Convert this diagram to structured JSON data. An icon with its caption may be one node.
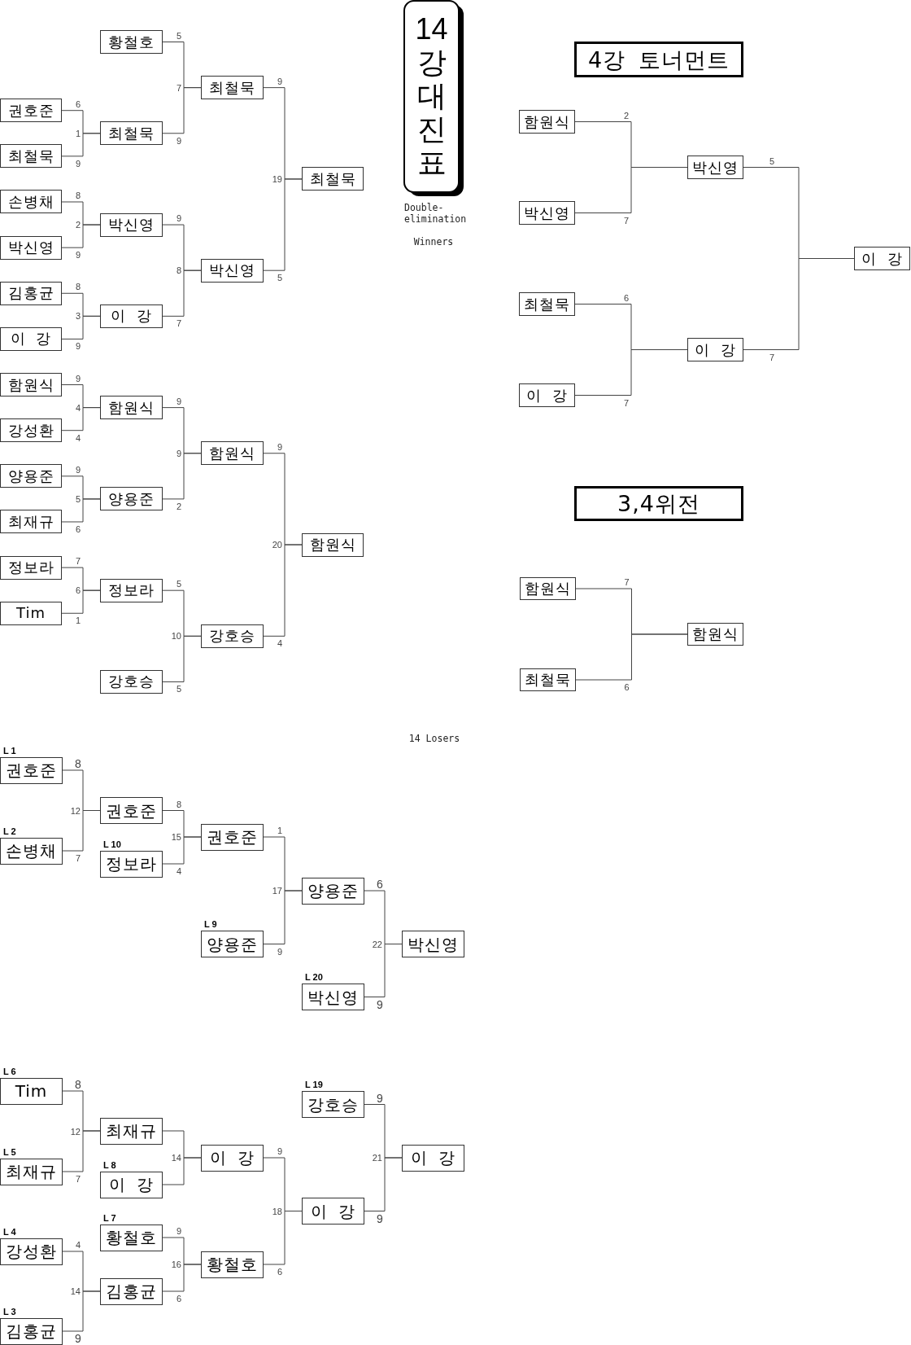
{
  "diagram": {
    "nodes": [
      {
        "text": [
          "14강대진표"
        ]
      },
      {
        "text": [
          "권호준"
        ]
      },
      {
        "text": [
          "최철묵"
        ]
      },
      {
        "text": [
          "손병채"
        ]
      },
      {
        "text": [
          "박신영"
        ]
      },
      {
        "text": [
          "김홍균"
        ]
      },
      {
        "text": [
          "이 강"
        ]
      },
      {
        "text": [
          "함원식"
        ]
      },
      {
        "text": [
          "강성환"
        ]
      },
      {
        "text": [
          "양용준"
        ]
      },
      {
        "text": [
          "최재규"
        ]
      },
      {
        "text": [
          "정보라"
        ]
      },
      {
        "text": [
          "Tim"
        ]
      },
      {
        "text": [
          "황철호"
        ]
      },
      {
        "text": [
          "최철묵"
        ]
      },
      {
        "text": [
          "박신영"
        ]
      },
      {
        "text": [
          "이 강"
        ]
      },
      {
        "text": [
          "함원식"
        ]
      },
      {
        "text": [
          "양용준"
        ]
      },
      {
        "text": [
          "정보라"
        ]
      },
      {
        "text": [
          "강호승"
        ]
      },
      {
        "text": [
          "최철묵"
        ]
      },
      {
        "text": [
          "박신영"
        ]
      },
      {
        "text": [
          "함원식"
        ]
      },
      {
        "text": [
          "강호승"
        ]
      },
      {
        "text": [
          "최철묵"
        ]
      },
      {
        "text": [
          "함원식"
        ]
      },
      {
        "text": [
          "4강 토너먼트"
        ]
      },
      {
        "text": [
          "함원식"
        ]
      },
      {
        "text": [
          "박신영"
        ]
      },
      {
        "text": [
          "최철묵"
        ]
      },
      {
        "text": [
          "이 강"
        ]
      },
      {
        "text": [
          "박신영"
        ]
      },
      {
        "text": [
          "이 강"
        ]
      },
      {
        "text": [
          "이 강"
        ]
      },
      {
        "text": [
          "3,4위전"
        ]
      },
      {
        "text": [
          "함원식"
        ]
      },
      {
        "text": [
          "최철묵"
        ]
      },
      {
        "text": [
          "함원식"
        ]
      },
      {
        "text": [
          "권호준"
        ],
        "beside": [
          "L 1"
        ]
      },
      {
        "text": [
          "손병채"
        ],
        "beside": [
          "L 2"
        ]
      },
      {
        "text": [
          "권호준"
        ]
      },
      {
        "text": [
          "정보라"
        ],
        "beside": [
          "L 10"
        ]
      },
      {
        "text": [
          "권호준"
        ]
      },
      {
        "text": [
          "양용준"
        ],
        "beside": [
          "L 9"
        ]
      },
      {
        "text": [
          "양용준"
        ]
      },
      {
        "text": [
          "박신영"
        ],
        "beside": [
          "L 20"
        ]
      },
      {
        "text": [
          "박신영"
        ]
      },
      {
        "text": [
          "Tim"
        ],
        "beside": [
          "L 6"
        ]
      },
      {
        "text": [
          "최재규"
        ],
        "beside": [
          "L 5"
        ]
      },
      {
        "text": [
          "강성환"
        ],
        "beside": [
          "L 4"
        ]
      },
      {
        "text": [
          "김홍균"
        ],
        "beside": [
          "L 3"
        ]
      },
      {
        "text": [
          "최재규"
        ]
      },
      {
        "text": [
          "이 강"
        ],
        "beside": [
          "L 8"
        ]
      },
      {
        "text": [
          "황철호"
        ],
        "beside": [
          "L 7"
        ]
      },
      {
        "text": [
          "김홍균"
        ]
      },
      {
        "text": [
          "이 강"
        ]
      },
      {
        "text": [
          "황철호"
        ]
      },
      {
        "text": [
          "강호승"
        ],
        "beside": [
          "L 19"
        ]
      },
      {
        "text": [
          "이 강"
        ]
      },
      {
        "text": [
          "이 강"
        ]
      }
    ],
    "edges": [
      {
        "from": 1,
        "to": 14,
        "arrow": "none",
        "label": "6"
      },
      {
        "from": 2,
        "to": 14,
        "arrow": "none",
        "label": "9"
      },
      {
        "from": 3,
        "to": 15,
        "arrow": "none",
        "label": "8"
      },
      {
        "from": 4,
        "to": 15,
        "arrow": "none",
        "label": "9"
      },
      {
        "from": 5,
        "to": 16,
        "arrow": "none",
        "label": "8"
      },
      {
        "from": 6,
        "to": 16,
        "arrow": "none",
        "label": "9"
      },
      {
        "from": 7,
        "to": 17,
        "arrow": "none",
        "label": "9"
      },
      {
        "from": 8,
        "to": 17,
        "arrow": "none",
        "label": "4"
      },
      {
        "from": 9,
        "to": 18,
        "arrow": "none",
        "label": "9"
      },
      {
        "from": 10,
        "to": 18,
        "arrow": "none",
        "label": "6"
      },
      {
        "from": 11,
        "to": 19,
        "arrow": "none",
        "label": "7"
      },
      {
        "from": 12,
        "to": 19,
        "arrow": "none",
        "label": "1"
      },
      {
        "from": 13,
        "to": 21,
        "arrow": "none",
        "label": "5"
      },
      {
        "from": 14,
        "to": 21,
        "arrow": "none",
        "label": "9"
      },
      {
        "from": 15,
        "to": 22,
        "arrow": "none",
        "label": "9"
      },
      {
        "from": 16,
        "to": 22,
        "arrow": "none",
        "label": "7"
      },
      {
        "from": 17,
        "to": 23,
        "arrow": "none",
        "label": "9"
      },
      {
        "from": 18,
        "to": 23,
        "arrow": "none",
        "label": "2"
      },
      {
        "from": 19,
        "to": 24,
        "arrow": "none",
        "label": "5"
      },
      {
        "from": 20,
        "to": 24,
        "arrow": "none",
        "label": "5"
      },
      {
        "from": 21,
        "to": 25,
        "arrow": "none",
        "label": "9"
      },
      {
        "from": 22,
        "to": 25,
        "arrow": "none",
        "label": "5"
      },
      {
        "from": 23,
        "to": 26,
        "arrow": "none",
        "label": "9"
      },
      {
        "from": 24,
        "to": 26,
        "arrow": "none",
        "label": "4"
      },
      {
        "from": 28,
        "to": 32,
        "arrow": "none",
        "label": "2"
      },
      {
        "from": 29,
        "to": 32,
        "arrow": "none",
        "label": "7"
      },
      {
        "from": 30,
        "to": 33,
        "arrow": "none",
        "label": "6"
      },
      {
        "from": 31,
        "to": 33,
        "arrow": "none",
        "label": "7"
      },
      {
        "from": 32,
        "to": 34,
        "arrow": "none",
        "label": "5"
      },
      {
        "from": 33,
        "to": 34,
        "arrow": "none",
        "label": "7"
      },
      {
        "from": 36,
        "to": 38,
        "arrow": "none",
        "label": "7"
      },
      {
        "from": 37,
        "to": 38,
        "arrow": "none",
        "label": "6"
      },
      {
        "from": 39,
        "to": 41,
        "arrow": "none",
        "label": "8"
      },
      {
        "from": 40,
        "to": 41,
        "arrow": "none",
        "label": "7"
      },
      {
        "from": 41,
        "to": 43,
        "arrow": "none",
        "label": "8"
      },
      {
        "from": 42,
        "to": 43,
        "arrow": "none",
        "label": "4"
      },
      {
        "from": 43,
        "to": 45,
        "arrow": "none",
        "label": "1"
      },
      {
        "from": 44,
        "to": 45,
        "arrow": "none",
        "label": "9"
      },
      {
        "from": 45,
        "to": 47,
        "arrow": "none",
        "label": "6"
      },
      {
        "from": 46,
        "to": 47,
        "arrow": "none",
        "label": "9"
      },
      {
        "from": 48,
        "to": 52,
        "arrow": "none",
        "label": "8"
      },
      {
        "from": 49,
        "to": 52,
        "arrow": "none",
        "label": "7"
      },
      {
        "from": 52,
        "to": 56,
        "arrow": "none"
      },
      {
        "from": 53,
        "to": 56,
        "arrow": "none"
      },
      {
        "from": 56,
        "to": 59,
        "arrow": "none",
        "label": "9"
      },
      {
        "from": 57,
        "to": 59,
        "arrow": "none",
        "label": "6"
      },
      {
        "from": 58,
        "to": 60,
        "arrow": "none",
        "label": "9"
      },
      {
        "from": 59,
        "to": 60,
        "arrow": "none",
        "label": "9"
      },
      {
        "from": 50,
        "to": 55,
        "arrow": "none",
        "label": "4"
      },
      {
        "from": 51,
        "to": 55,
        "arrow": "none",
        "label": "9"
      },
      {
        "from": 54,
        "to": 57,
        "arrow": "none",
        "label": "9"
      },
      {
        "from": 55,
        "to": 57,
        "arrow": "none",
        "label": "6"
      }
    ],
    "labels": [
      "Double-elimination",
      "Winners",
      "7",
      "1",
      "19",
      "2",
      "8",
      "3",
      "4",
      "9",
      "5",
      "20",
      "6",
      "10",
      "14 Losers",
      "12",
      "15",
      "17",
      "22",
      "12",
      "14",
      "21",
      "18",
      "16",
      "14"
    ]
  }
}
